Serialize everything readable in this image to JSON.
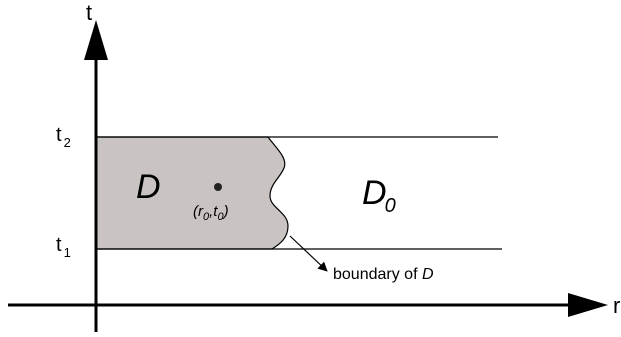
{
  "axes": {
    "vertical_label": "t",
    "horizontal_label": "r"
  },
  "ticks": {
    "t2": {
      "base": "t",
      "sub": "2"
    },
    "t1": {
      "base": "t",
      "sub": "1"
    }
  },
  "regions": {
    "D": {
      "label": "D"
    },
    "D0": {
      "base": "D",
      "sub": "0"
    }
  },
  "point": {
    "open": "(r",
    "sub1": "0",
    "comma": ",t",
    "sub2": "0",
    "close": ")"
  },
  "annotation": {
    "text": "boundary of ",
    "italic": "D"
  },
  "colors": {
    "region_fill": "#c9c4c1",
    "stroke": "#000000"
  }
}
